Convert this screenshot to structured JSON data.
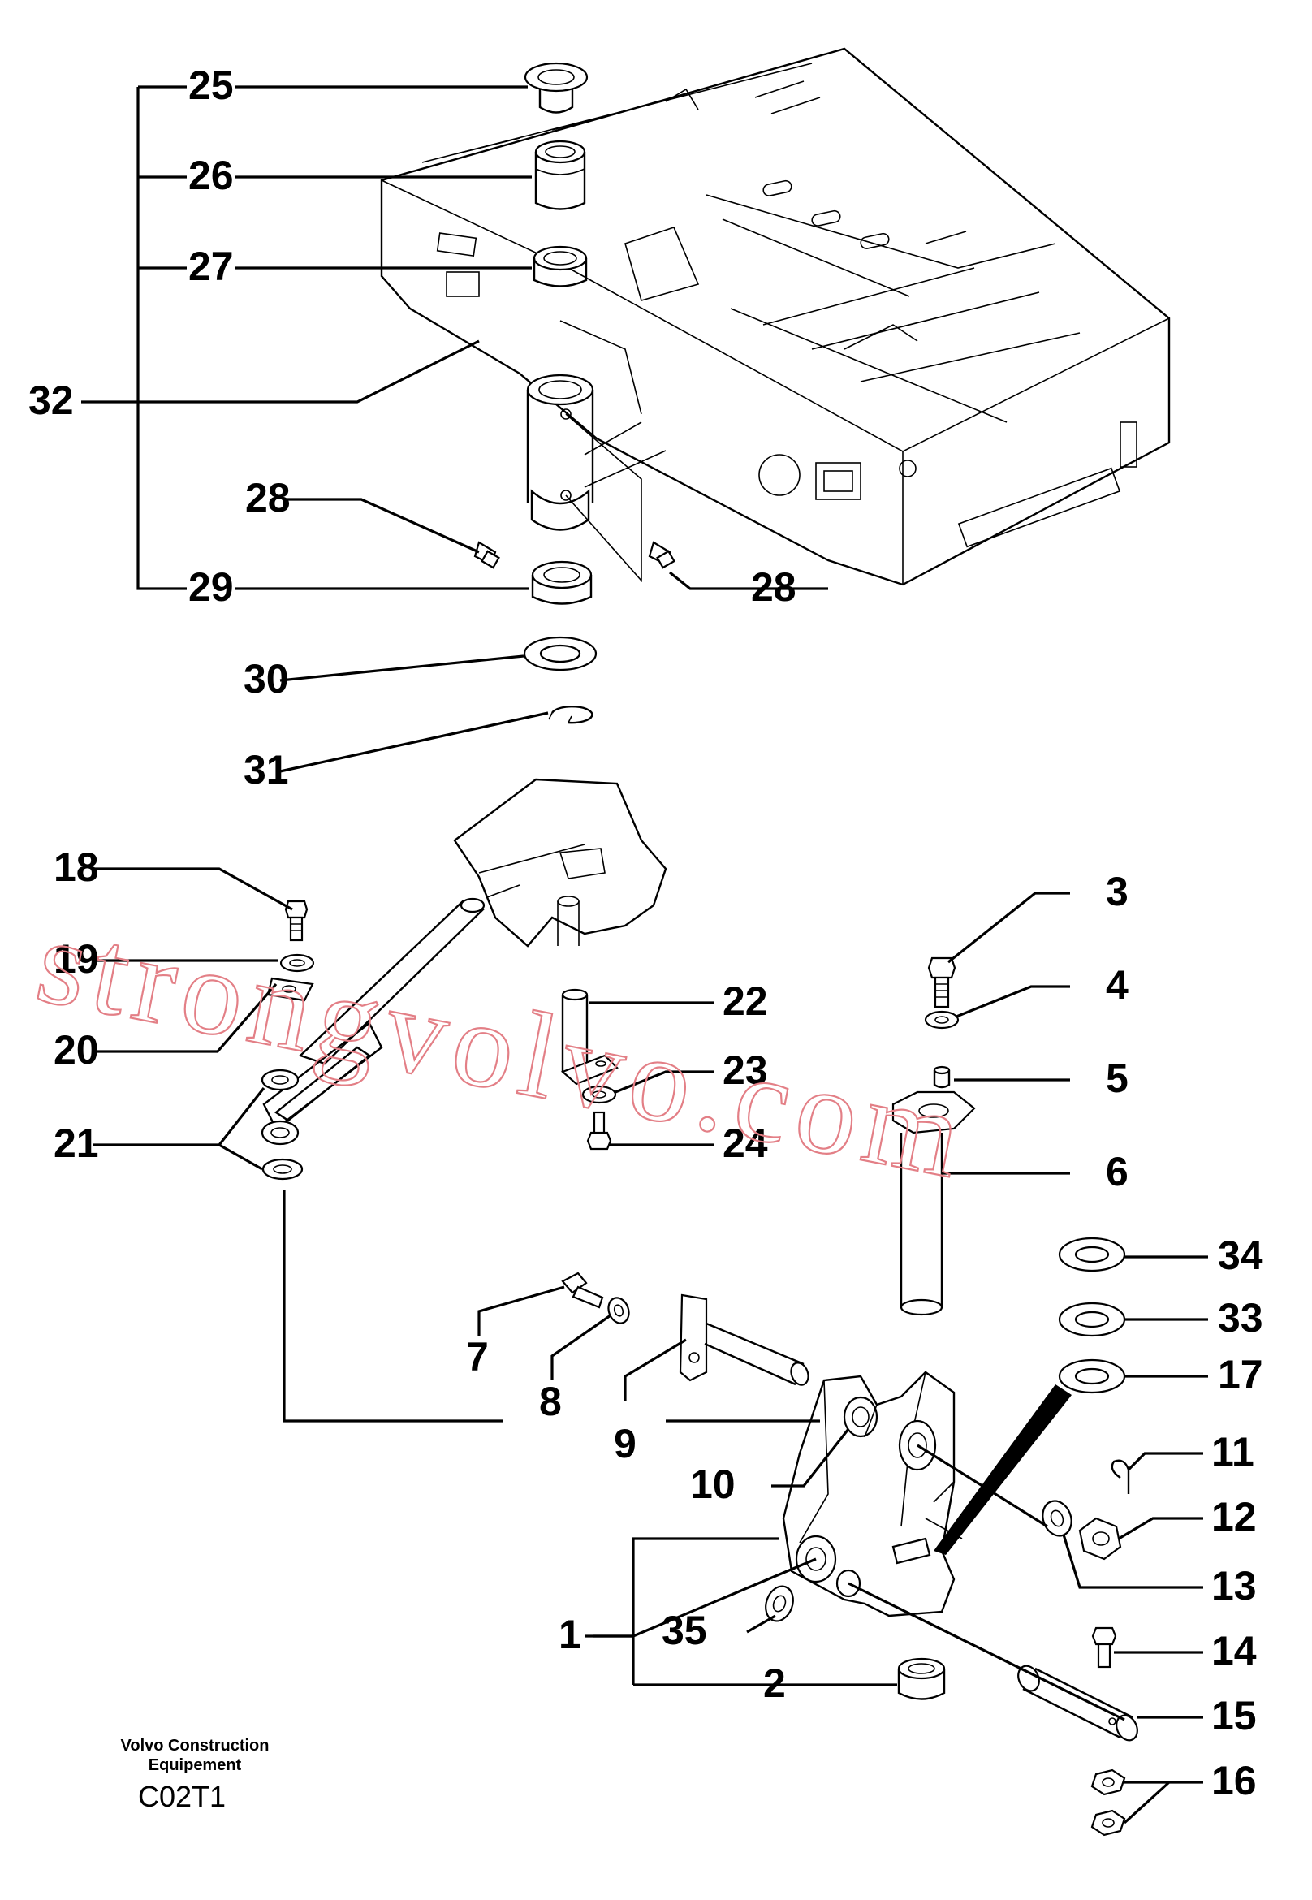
{
  "diagram": {
    "watermark": "strongvolvo.com",
    "footer": {
      "company_line1": "Volvo Construction",
      "company_line2": "Equipement",
      "code": "C02T1"
    },
    "callouts": [
      {
        "id": "c25",
        "label": "25"
      },
      {
        "id": "c26",
        "label": "26"
      },
      {
        "id": "c27",
        "label": "27"
      },
      {
        "id": "c32",
        "label": "32"
      },
      {
        "id": "c28a",
        "label": "28"
      },
      {
        "id": "c28b",
        "label": "28"
      },
      {
        "id": "c29",
        "label": "29"
      },
      {
        "id": "c30",
        "label": "30"
      },
      {
        "id": "c31",
        "label": "31"
      },
      {
        "id": "c18",
        "label": "18"
      },
      {
        "id": "c19",
        "label": "19"
      },
      {
        "id": "c20",
        "label": "20"
      },
      {
        "id": "c21",
        "label": "21"
      },
      {
        "id": "c22",
        "label": "22"
      },
      {
        "id": "c23",
        "label": "23"
      },
      {
        "id": "c24",
        "label": "24"
      },
      {
        "id": "c3",
        "label": "3"
      },
      {
        "id": "c4",
        "label": "4"
      },
      {
        "id": "c5",
        "label": "5"
      },
      {
        "id": "c6",
        "label": "6"
      },
      {
        "id": "c34",
        "label": "34"
      },
      {
        "id": "c33",
        "label": "33"
      },
      {
        "id": "c17",
        "label": "17"
      },
      {
        "id": "c7",
        "label": "7"
      },
      {
        "id": "c8",
        "label": "8"
      },
      {
        "id": "c9",
        "label": "9"
      },
      {
        "id": "c10",
        "label": "10"
      },
      {
        "id": "c11",
        "label": "11"
      },
      {
        "id": "c12",
        "label": "12"
      },
      {
        "id": "c13",
        "label": "13"
      },
      {
        "id": "c1",
        "label": "1"
      },
      {
        "id": "c35",
        "label": "35"
      },
      {
        "id": "c2",
        "label": "2"
      },
      {
        "id": "c14",
        "label": "14"
      },
      {
        "id": "c15",
        "label": "15"
      },
      {
        "id": "c16",
        "label": "16"
      }
    ]
  }
}
